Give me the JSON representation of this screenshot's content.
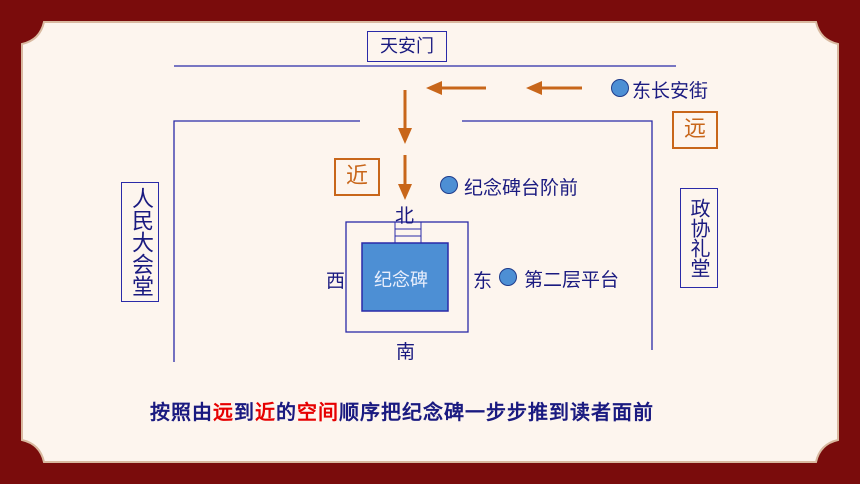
{
  "labels": {
    "tiananmen": "天安门",
    "dongchangan": "东长安街",
    "yuan": "远",
    "jin": "近",
    "renmin": "人民大会堂",
    "zhengxie": "政协礼堂",
    "steps_front": "纪念碑台阶前",
    "north": "北",
    "south": "南",
    "west": "西",
    "east": "东",
    "monument": "纪念碑",
    "second_platform": "第二层平台"
  },
  "sentence": {
    "p1": "按照由",
    "p2": "远",
    "p3": "到",
    "p4": "近",
    "p5": "的",
    "p6": "空间",
    "p7": "顺序把纪念碑一步步推到读者面前"
  },
  "colors": {
    "frame": "#7a0c0c",
    "background": "#fdf5ee",
    "arrow": "#c8661a",
    "line": "#2a2aa8",
    "monument_fill": "#4d8fd4",
    "highlight": "#e60000"
  }
}
